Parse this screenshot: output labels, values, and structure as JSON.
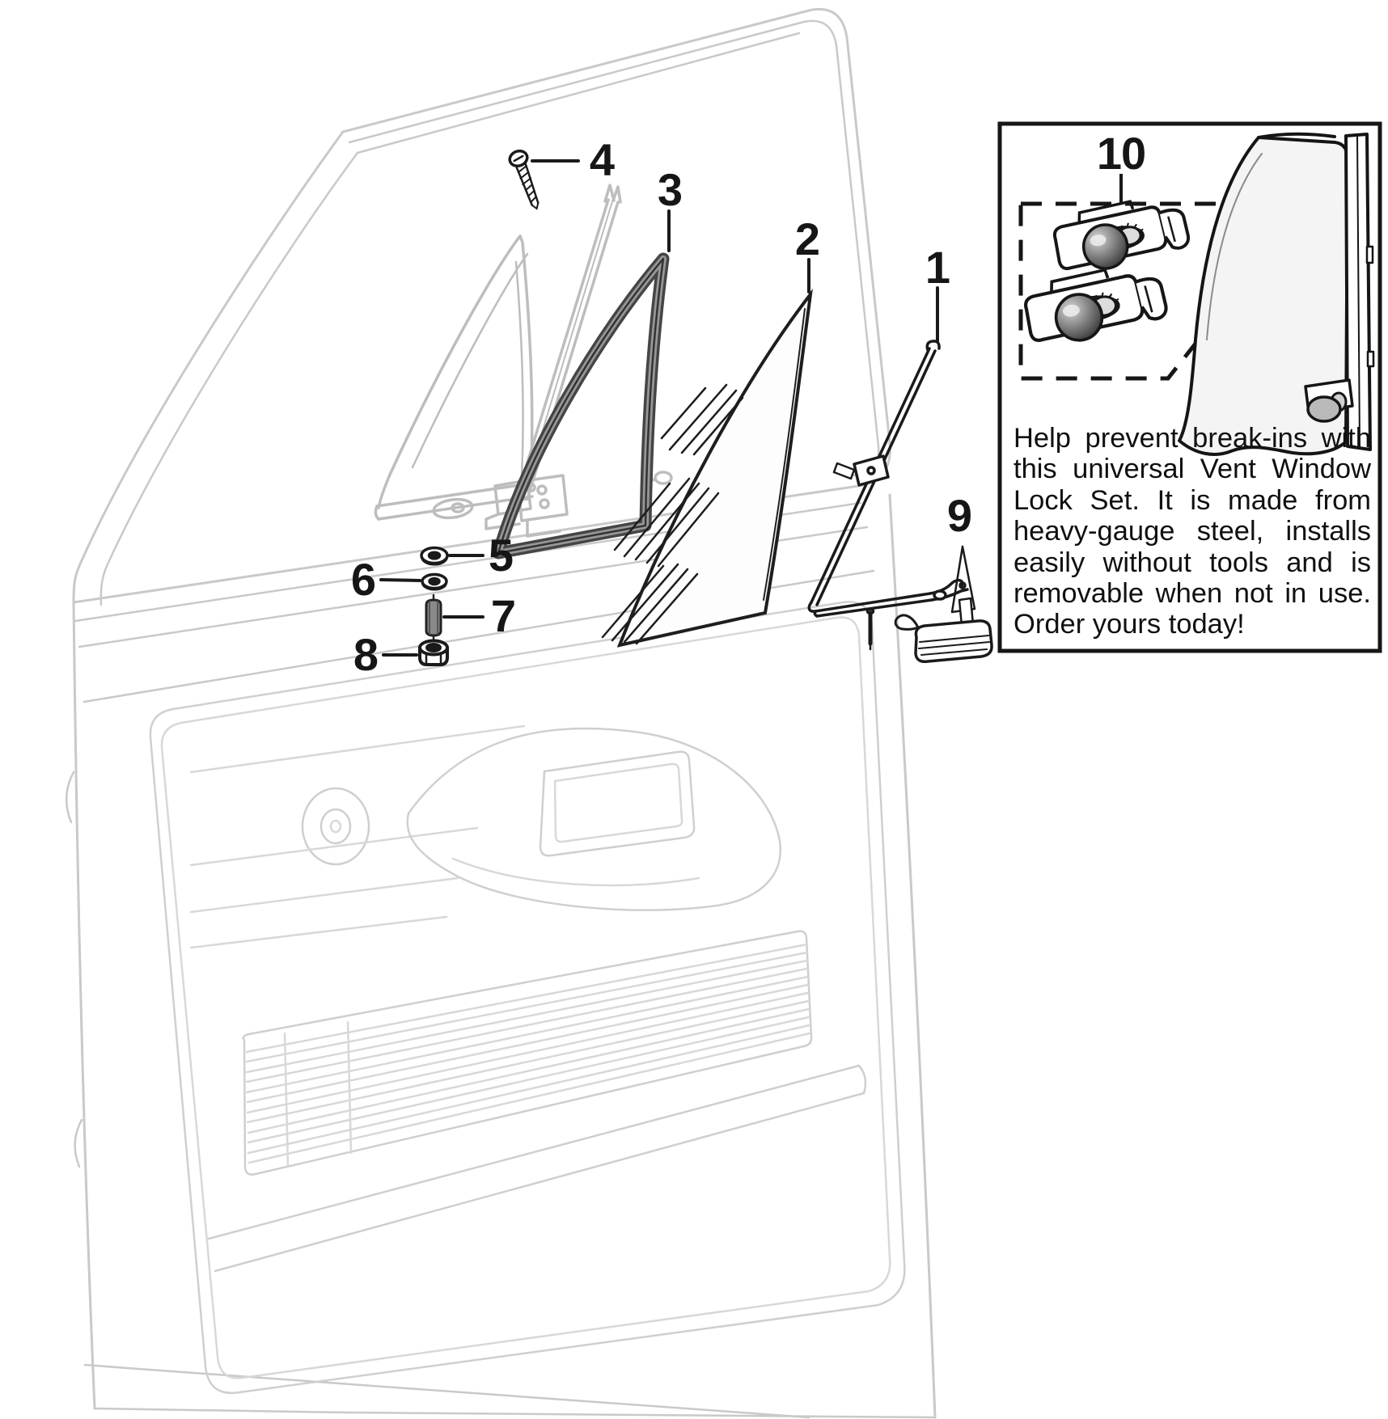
{
  "callouts": {
    "c1": "1",
    "c2": "2",
    "c3": "3",
    "c4": "4",
    "c5": "5",
    "c6": "6",
    "c7": "7",
    "c8": "8",
    "c9": "9"
  },
  "inset": {
    "callout": "10",
    "promo_lines": [
      "Help prevent break-ins with",
      "this universal Vent Window",
      "Lock Set. It is made from",
      "heavy-gauge steel, installs",
      "easily without tools and is",
      "removable when not in use.",
      "Order yours today!"
    ]
  },
  "part_icons": {
    "1": "vent-window-pivot-frame-icon",
    "2": "vent-window-glass-icon",
    "3": "vent-window-seal-icon",
    "4": "screw-icon",
    "5": "flat-washer-icon",
    "6": "wave-washer-icon",
    "7": "spring-stud-icon",
    "8": "hex-nut-icon",
    "9": "latch-handle-icon",
    "10": "vent-window-lock-clamp-icon"
  },
  "colors": {
    "ink": "#1a1a1a",
    "door_line_art": "#c9c9c9",
    "door_line_art_faint": "#d8d8d8",
    "vent_assembly_gray": "#bdbdbd",
    "seal_dark": "#454545",
    "seal_mid": "#979797",
    "knob_dark": "#303030",
    "inset_glass": "#f4f4f4"
  }
}
